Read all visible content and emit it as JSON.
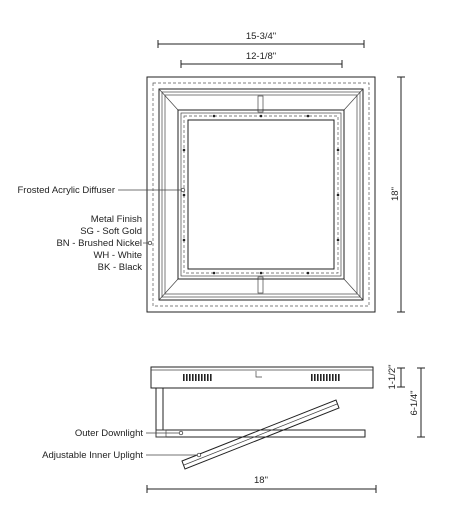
{
  "top_view": {
    "width_outer": "15-3/4\"",
    "width_inner": "12-1/8\"",
    "height": "18\""
  },
  "callouts": {
    "diffuser": "Frosted Acrylic Diffuser",
    "finish_title": "Metal Finish",
    "finish_options": [
      "SG - Soft Gold",
      "BN - Brushed Nickel",
      "WH - White",
      "BK - Black"
    ]
  },
  "side_view": {
    "canopy_height": "1-1/2\"",
    "total_height": "6-1/4\"",
    "length": "18\"",
    "outer_label": "Outer Downlight",
    "inner_label": "Adjustable Inner Uplight"
  }
}
